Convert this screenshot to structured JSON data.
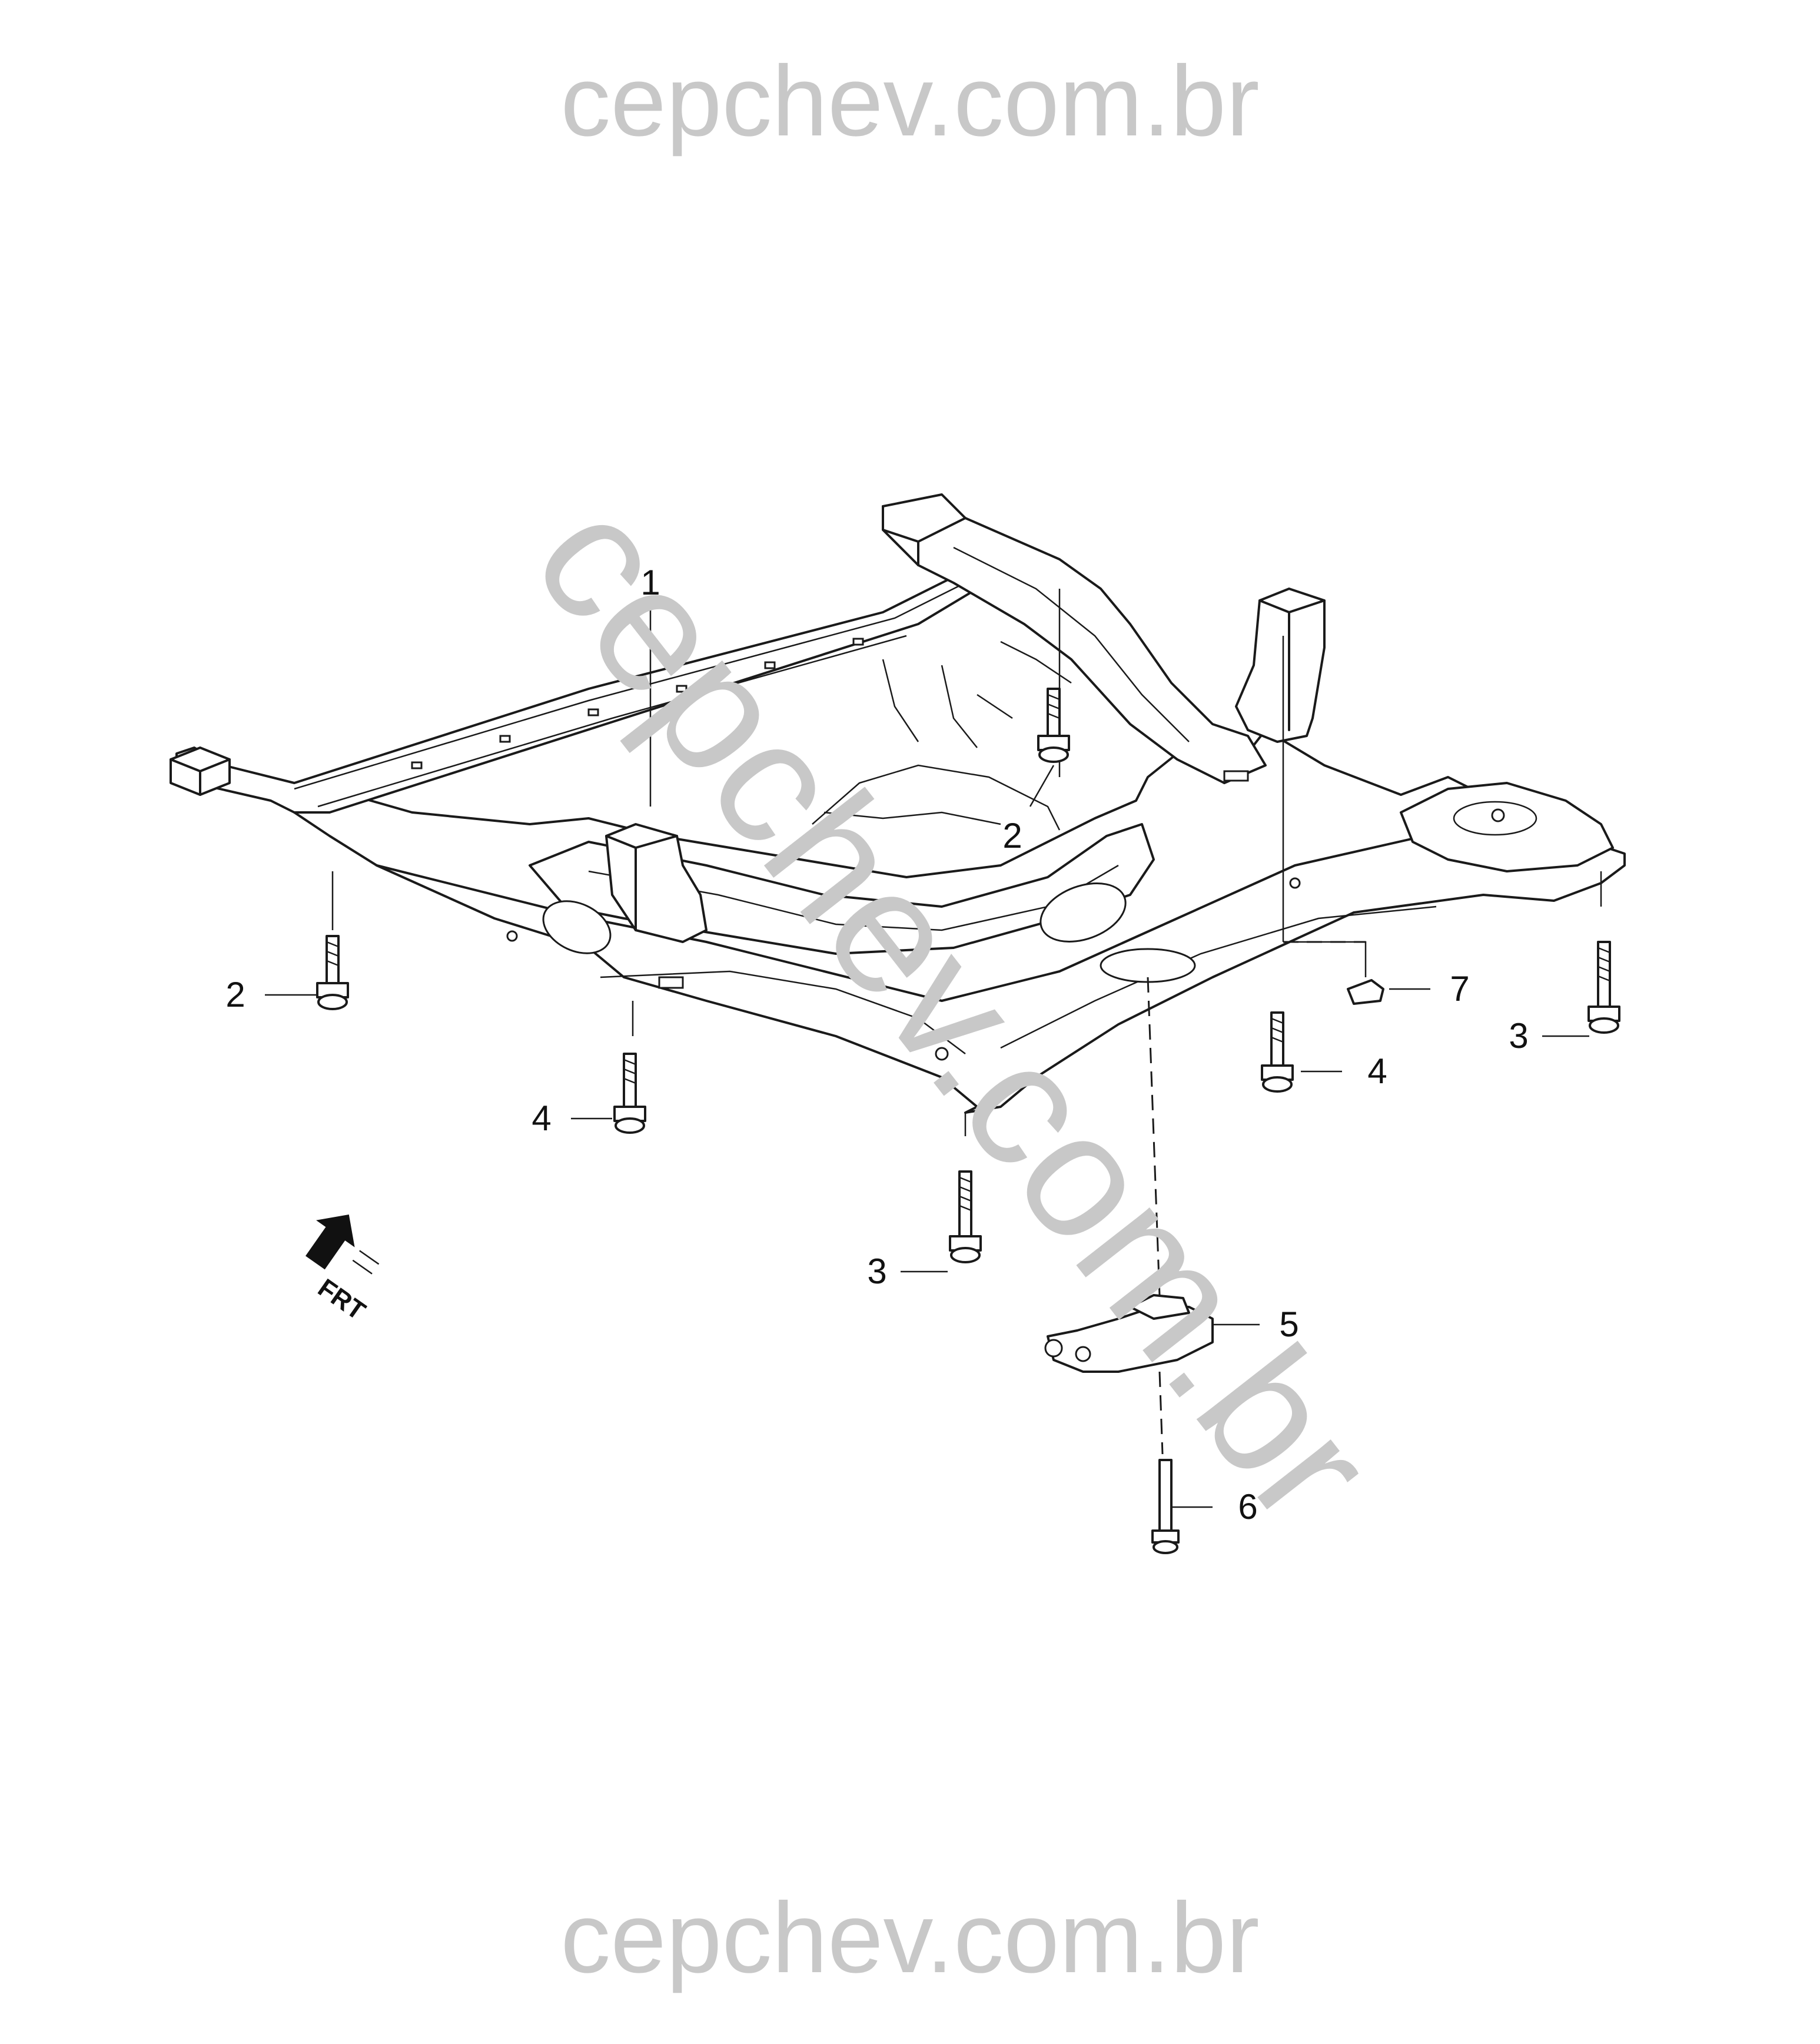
{
  "watermark": {
    "top": "cepchev.com.br",
    "bottom": "cepchev.com.br",
    "diagonal": "cepchev.com.br",
    "color": "#c8c8c8"
  },
  "orientation_badge": {
    "label": "FRT",
    "icon": "front-arrow-icon"
  },
  "callouts": {
    "c1": "1",
    "c2a": "2",
    "c2b": "2",
    "c3a": "3",
    "c3b": "3",
    "c4a": "4",
    "c4b": "4",
    "c5": "5",
    "c6": "6",
    "c7": "7"
  },
  "line_color": "#1a1a1a"
}
